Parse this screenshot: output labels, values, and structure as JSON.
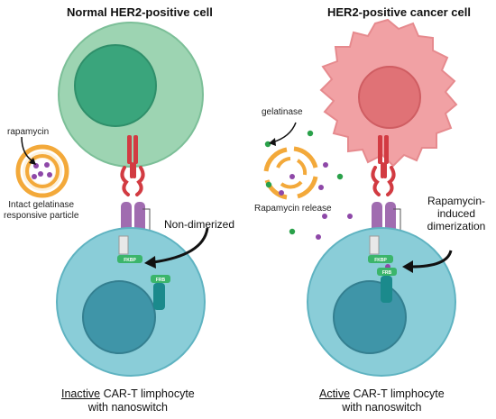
{
  "left_panel": {
    "title": "Normal HER2-positive cell",
    "particle_label": "rapamycin",
    "particle_caption_line1": "Intact gelatinase",
    "particle_caption_line2": "responsive particle",
    "state_label": "Non-dimerized",
    "fkbp_tag": "FKBP",
    "frb_tag": "FRB",
    "caption_emph": "Inactive",
    "caption_rest": " CAR-T limphocyte",
    "caption_line2": "with nanoswitch"
  },
  "right_panel": {
    "title": "HER2-positive cancer cell",
    "enzyme_label": "gelatinase",
    "release_label": "Rapamycin release",
    "state_line1": "Rapamycin-",
    "state_line2": "induced",
    "state_line3": "dimerization",
    "fkbp_tag": "FKBP",
    "frb_tag": "FRB",
    "caption_emph": "Active",
    "caption_rest": " CAR-T limphocyte",
    "caption_line2": "with nanoswitch"
  },
  "colors": {
    "normal_cell": "#9dd4b2",
    "normal_nucleus": "#3aa57c",
    "cancer_cell": "#f1a1a4",
    "cancer_nucleus": "#e07276",
    "tcell": "#8acdd8",
    "tcell_nucleus": "#3f95a8",
    "her2": "#d23b42",
    "car_hinge": "#a06cb0",
    "fkbp": "#3bb56b",
    "frb": "#1b8a8c",
    "particle": "#f3a93a",
    "rapamycin": "#8e48a8",
    "gelatinase": "#2aa14a"
  }
}
